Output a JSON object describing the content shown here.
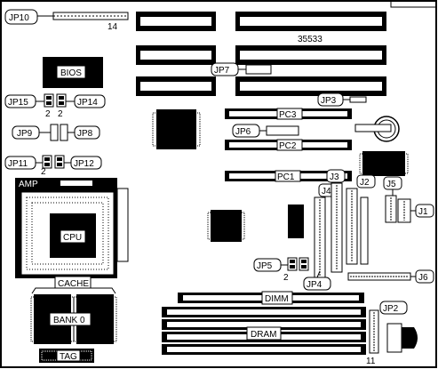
{
  "board_number": "35533",
  "labels": {
    "jp10": "JP10",
    "n14": "14",
    "bios": "BIOS",
    "jp7": "JP7",
    "jp3": "JP3",
    "jp15": "JP15",
    "jp14": "JP14",
    "n2a": "2",
    "n2b": "2",
    "jp9": "JP9",
    "jp8": "JP8",
    "pc3": "PC3",
    "jp6": "JP6",
    "pc2": "PC2",
    "jp11": "JP11",
    "jp12": "JP12",
    "n2c": "2",
    "pc1": "PC1",
    "j3": "J3",
    "j2": "J2",
    "j5": "J5",
    "j4": "J4",
    "j1": "J1",
    "amp": "AMP",
    "cpu": "CPU",
    "jp5": "JP5",
    "n2d": "2",
    "jp4": "JP4",
    "j6": "J6",
    "cache": "CACHE",
    "dimm": "DIMM",
    "jp2": "JP2",
    "bank0": "BANK 0",
    "dram": "DRAM",
    "n11": "11",
    "tag": "TAG"
  }
}
